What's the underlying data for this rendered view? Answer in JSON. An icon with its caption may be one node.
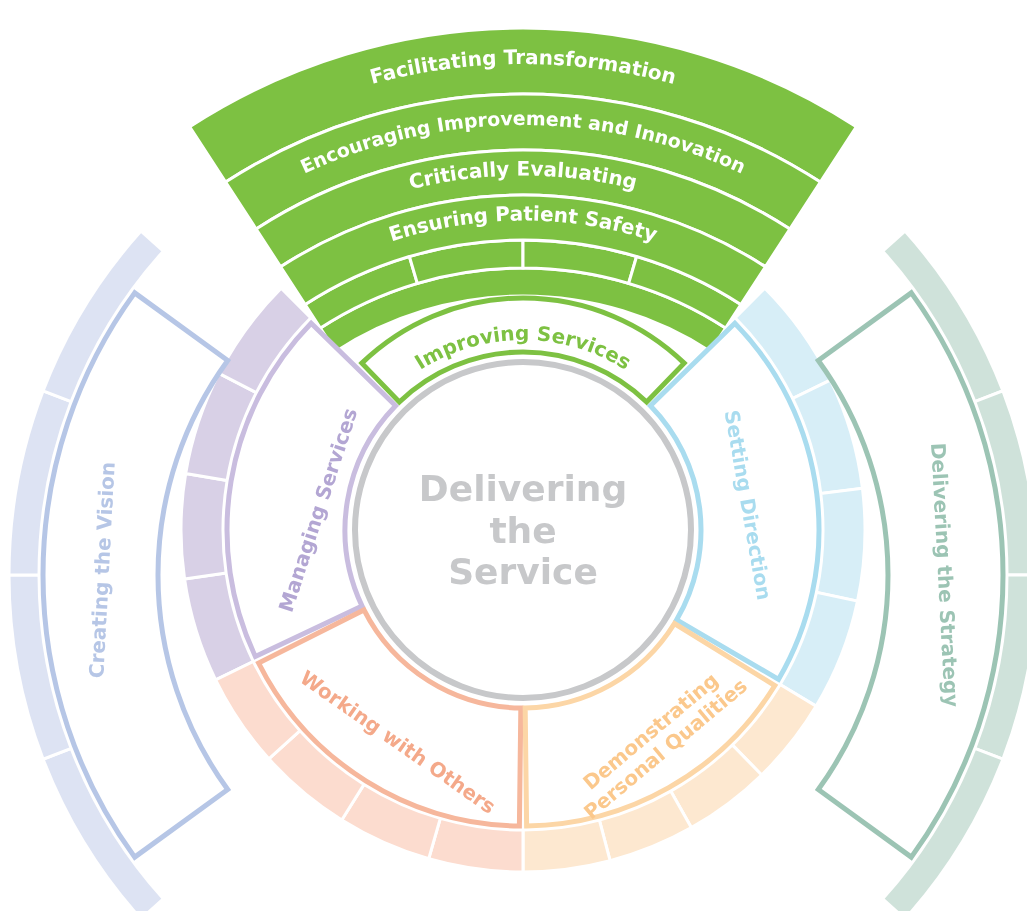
{
  "diagram": {
    "nodes": [
      {
        "text": [
          "Facilitating Transformation"
        ]
      },
      {
        "text": [
          "Encouraging Improvement and Innovation"
        ]
      },
      {
        "text": [
          "Critically Evaluating"
        ]
      },
      {
        "text": [
          "Ensuring Patient Safety"
        ]
      },
      {
        "text": [
          "Creating the Vision"
        ]
      },
      {
        "text": [
          "Managing Services"
        ]
      },
      {
        "text": [
          "Improving Services"
        ]
      },
      {
        "text": [
          "Setting Direction"
        ]
      },
      {
        "text": [
          "Delivering the Strategy"
        ]
      },
      {
        "text": [
          "Delivering the Service"
        ]
      },
      {
        "text": [
          "Working with Others"
        ]
      },
      {
        "text": [
          "Demonstrating Personal Qualities"
        ]
      }
    ]
  }
}
